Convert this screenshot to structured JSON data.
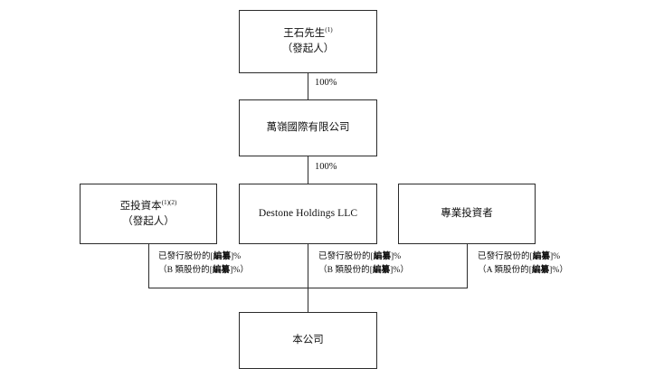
{
  "chart_data": {
    "type": "diagram",
    "title": "股權架構圖",
    "nodes": [
      {
        "id": "founder",
        "line1": "王石先生",
        "note1": "(1)",
        "line2": "（發起人）"
      },
      {
        "id": "wanling",
        "line1": "萬嶺國際有限公司",
        "note1": "",
        "line2": ""
      },
      {
        "id": "asia",
        "line1": "亞投資本",
        "note1": "(1)(2)",
        "line2": "（發起人）"
      },
      {
        "id": "destone",
        "line1": "Destone Holdings LLC",
        "note1": "",
        "line2": ""
      },
      {
        "id": "professional",
        "line1": "專業投資者",
        "note1": "",
        "line2": ""
      },
      {
        "id": "company",
        "line1": "本公司",
        "note1": "",
        "line2": ""
      }
    ],
    "edge_labels": [
      {
        "id": "founder-to-wanling",
        "text": "100%"
      },
      {
        "id": "wanling-to-destone",
        "text": "100%"
      },
      {
        "id": "asia-to-company",
        "line1_prefix": "已發行股份的[",
        "line1_redacted": "編纂",
        "line1_suffix": "]%",
        "line2_prefix": "（B 類股份的[",
        "line2_redacted": "編纂",
        "line2_suffix": "]%）"
      },
      {
        "id": "destone-to-company",
        "line1_prefix": "已發行股份的[",
        "line1_redacted": "編纂",
        "line1_suffix": "]%",
        "line2_prefix": "（B 類股份的[",
        "line2_redacted": "編纂",
        "line2_suffix": "]%）"
      },
      {
        "id": "professional-to-company",
        "line1_prefix": "已發行股份的[",
        "line1_redacted": "編纂",
        "line1_suffix": "]%",
        "line2_prefix": "（A 類股份的[",
        "line2_redacted": "編纂",
        "line2_suffix": "]%）"
      }
    ],
    "colors": {
      "line": "#2b2b2b",
      "text": "#111111",
      "background": "#ffffff"
    }
  }
}
